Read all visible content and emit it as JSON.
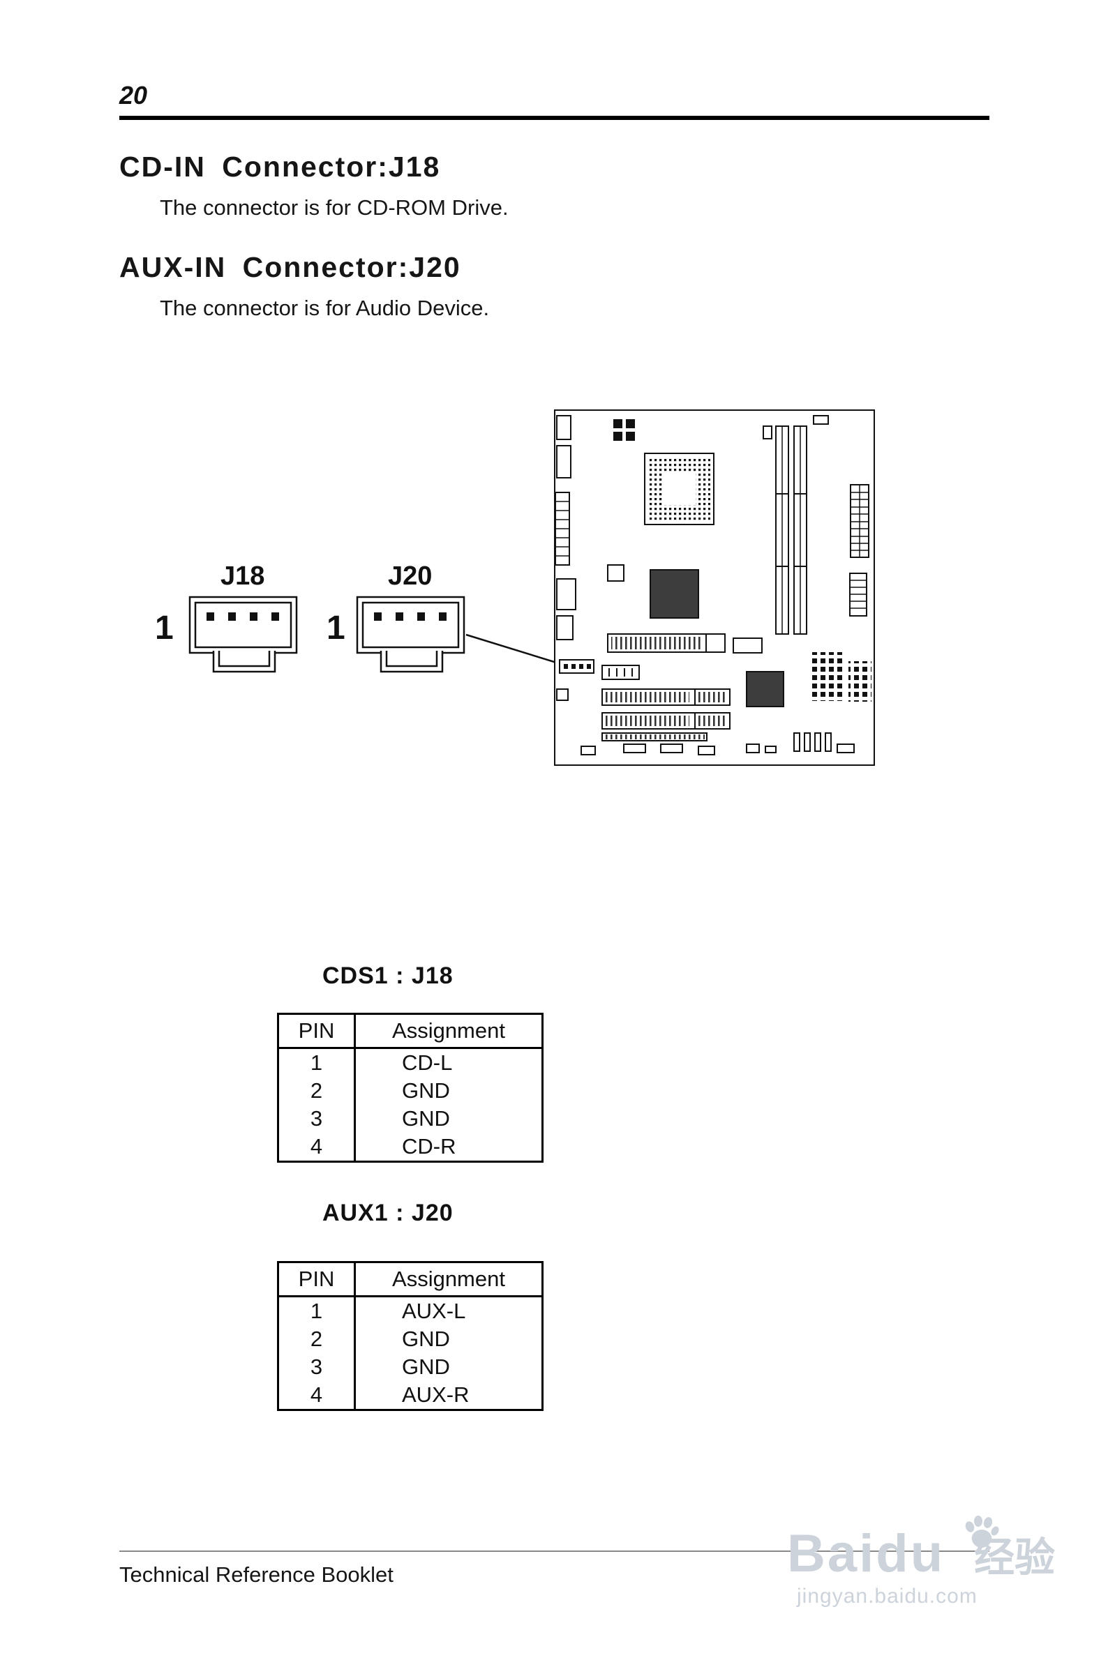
{
  "page": {
    "number": "20",
    "footer": "Technical Reference Booklet"
  },
  "sections": [
    {
      "heading": "CD-IN Connector:J18",
      "body": "The connector is for CD-ROM Drive."
    },
    {
      "heading": "AUX-IN Connector:J20",
      "body": "The connector is for Audio Device."
    }
  ],
  "diagram": {
    "connector_labels": [
      "J18",
      "J20"
    ],
    "pin_one_label": "1"
  },
  "tables": [
    {
      "title": "CDS1 : J18",
      "headers": [
        "PIN",
        "Assignment"
      ],
      "rows": [
        [
          "1",
          "CD-L"
        ],
        [
          "2",
          "GND"
        ],
        [
          "3",
          "GND"
        ],
        [
          "4",
          "CD-R"
        ]
      ]
    },
    {
      "title": "AUX1 : J20",
      "headers": [
        "PIN",
        "Assignment"
      ],
      "rows": [
        [
          "1",
          "AUX-L"
        ],
        [
          "2",
          "GND"
        ],
        [
          "3",
          "GND"
        ],
        [
          "4",
          "AUX-R"
        ]
      ]
    }
  ],
  "watermark": {
    "brand": "Baidu",
    "brand_cn": "经验",
    "url": "jingyan.baidu.com"
  }
}
